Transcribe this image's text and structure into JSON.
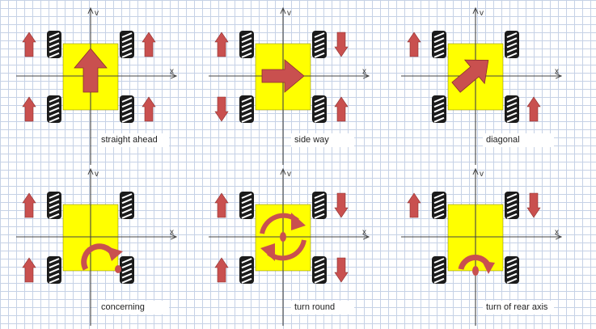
{
  "colors": {
    "chassis": "#ffff00",
    "arrow": "#c9504f",
    "arrow_stroke": "#8a2f2e",
    "axis": "#444444",
    "wheel_body": "#1b1b1b",
    "wheel_stripe": "#ffffff"
  },
  "axis_labels": {
    "x": "x",
    "y": "v"
  },
  "panels": [
    {
      "id": "straight",
      "label": "straight ahead",
      "wheel_motion": [
        "up",
        "up",
        "up",
        "up"
      ],
      "body_icon": "arrow-up-icon"
    },
    {
      "id": "sideway",
      "label": "side way",
      "wheel_motion": [
        "up",
        "down",
        "down",
        "up"
      ],
      "body_icon": "arrow-right-icon"
    },
    {
      "id": "diagonal",
      "label": "diagonal",
      "wheel_motion": [
        "up",
        "none",
        "none",
        "up"
      ],
      "body_icon": "arrow-diagonal-icon"
    },
    {
      "id": "concerning",
      "label": "concerning",
      "wheel_motion": [
        "up",
        "none",
        "up",
        "none"
      ],
      "body_icon": "rotate-about-corner-icon"
    },
    {
      "id": "turnround",
      "label": "turn round",
      "wheel_motion": [
        "up",
        "down",
        "up",
        "down"
      ],
      "body_icon": "rotate-center-icon"
    },
    {
      "id": "rearaxis",
      "label": "turn of rear axis",
      "wheel_motion": [
        "up",
        "down",
        "none",
        "none"
      ],
      "body_icon": "rotate-rear-axis-icon"
    }
  ]
}
